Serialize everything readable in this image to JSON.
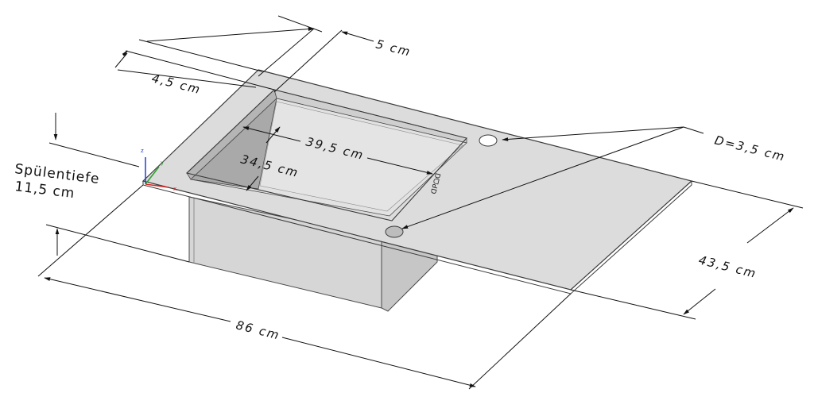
{
  "dimensions": {
    "top_border": "5 cm",
    "side_border": "4,5 cm",
    "basin_length": "39,5 cm",
    "basin_width": "34,5 cm",
    "hole_diameter": "D=3,5 cm",
    "total_depth": "43,5 cm",
    "total_length": "86 cm"
  },
  "depth_label": {
    "line1": "Spülentiefe",
    "line2": "11,5 cm"
  },
  "brand_mark": "ᗡᑭᗝᗡ",
  "axes": {
    "x": "x",
    "y": "y",
    "z": "z"
  },
  "colors": {
    "surface": "#dcdcdc",
    "basin_wall": "#a9a9a9",
    "basin_floor": "#e2e2e2",
    "box_front": "#d6d6d6",
    "box_side": "#c6c6c6",
    "edge": "#4a4a4a",
    "axis_x": "#d62020",
    "axis_y": "#2aa02a",
    "axis_z": "#2040d0"
  }
}
